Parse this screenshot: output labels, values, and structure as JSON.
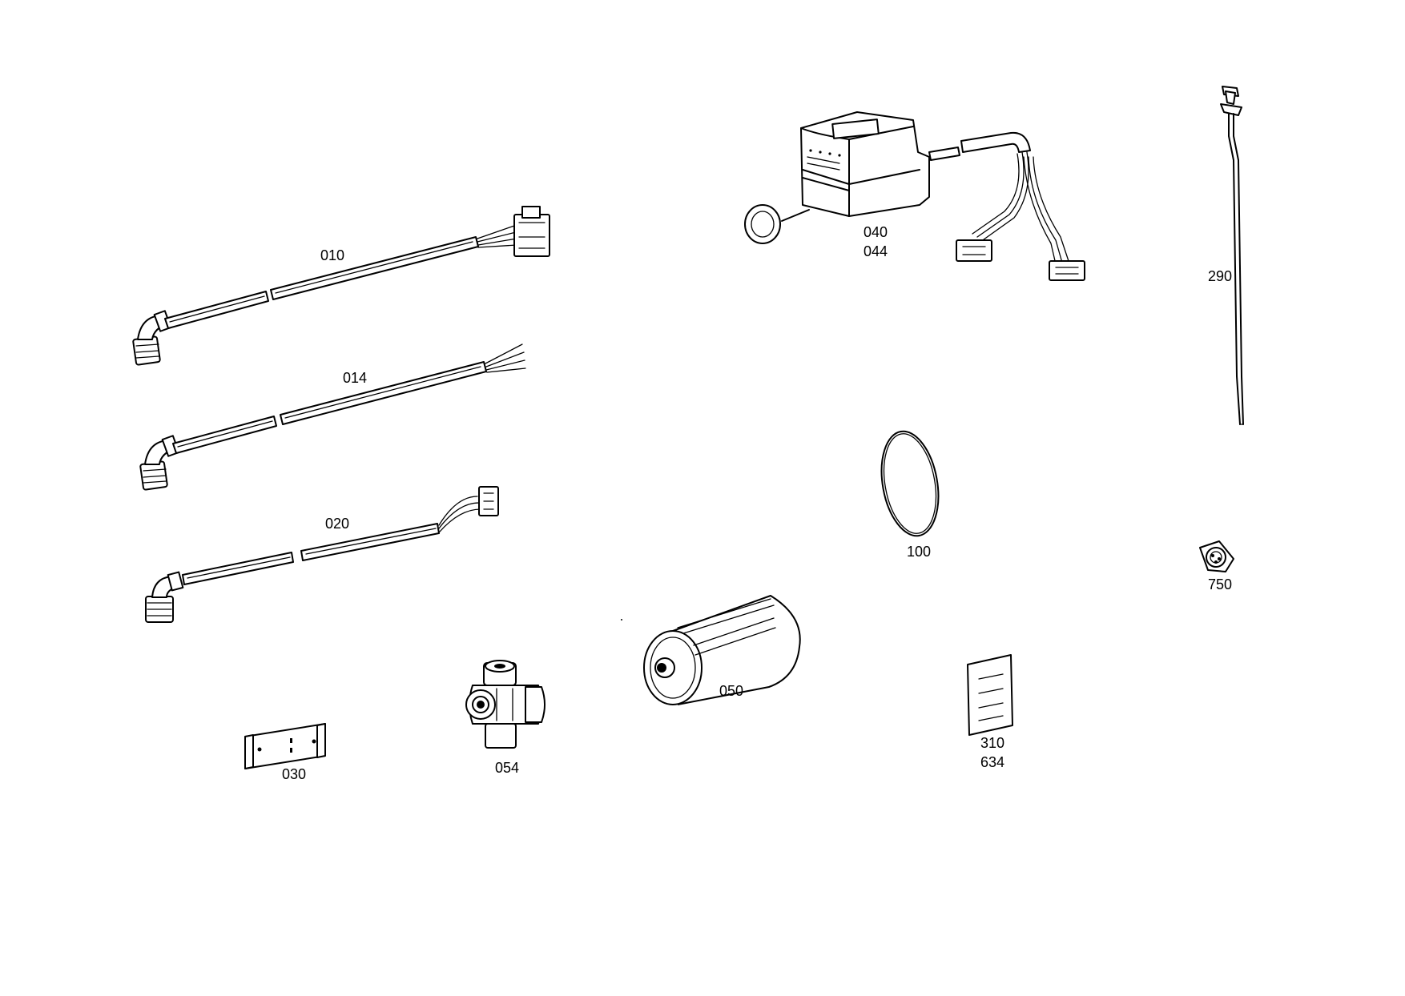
{
  "diagram": {
    "labels": {
      "p010": "010",
      "p014": "014",
      "p020": "020",
      "p030": "030",
      "p040": "040",
      "p044": "044",
      "p050": "050",
      "p054": "054",
      "p100": "100",
      "p290": "290",
      "p310": "310",
      "p634": "634",
      "p750": "750"
    },
    "icons": {
      "cable_010": "angled-connector-cable-icon",
      "cable_014": "angled-connector-cable-icon",
      "cable_020": "angled-connector-cable-icon",
      "bracket_030": "bracket-plate-icon",
      "control_unit_040": "control-unit-icon",
      "filter_050": "cylindrical-filter-icon",
      "valve_054": "valve-body-icon",
      "o_ring_100": "o-ring-icon",
      "dipstick_290": "dipstick-icon",
      "sheet_310": "instruction-sheet-icon",
      "plug_750": "plug-icon"
    }
  }
}
